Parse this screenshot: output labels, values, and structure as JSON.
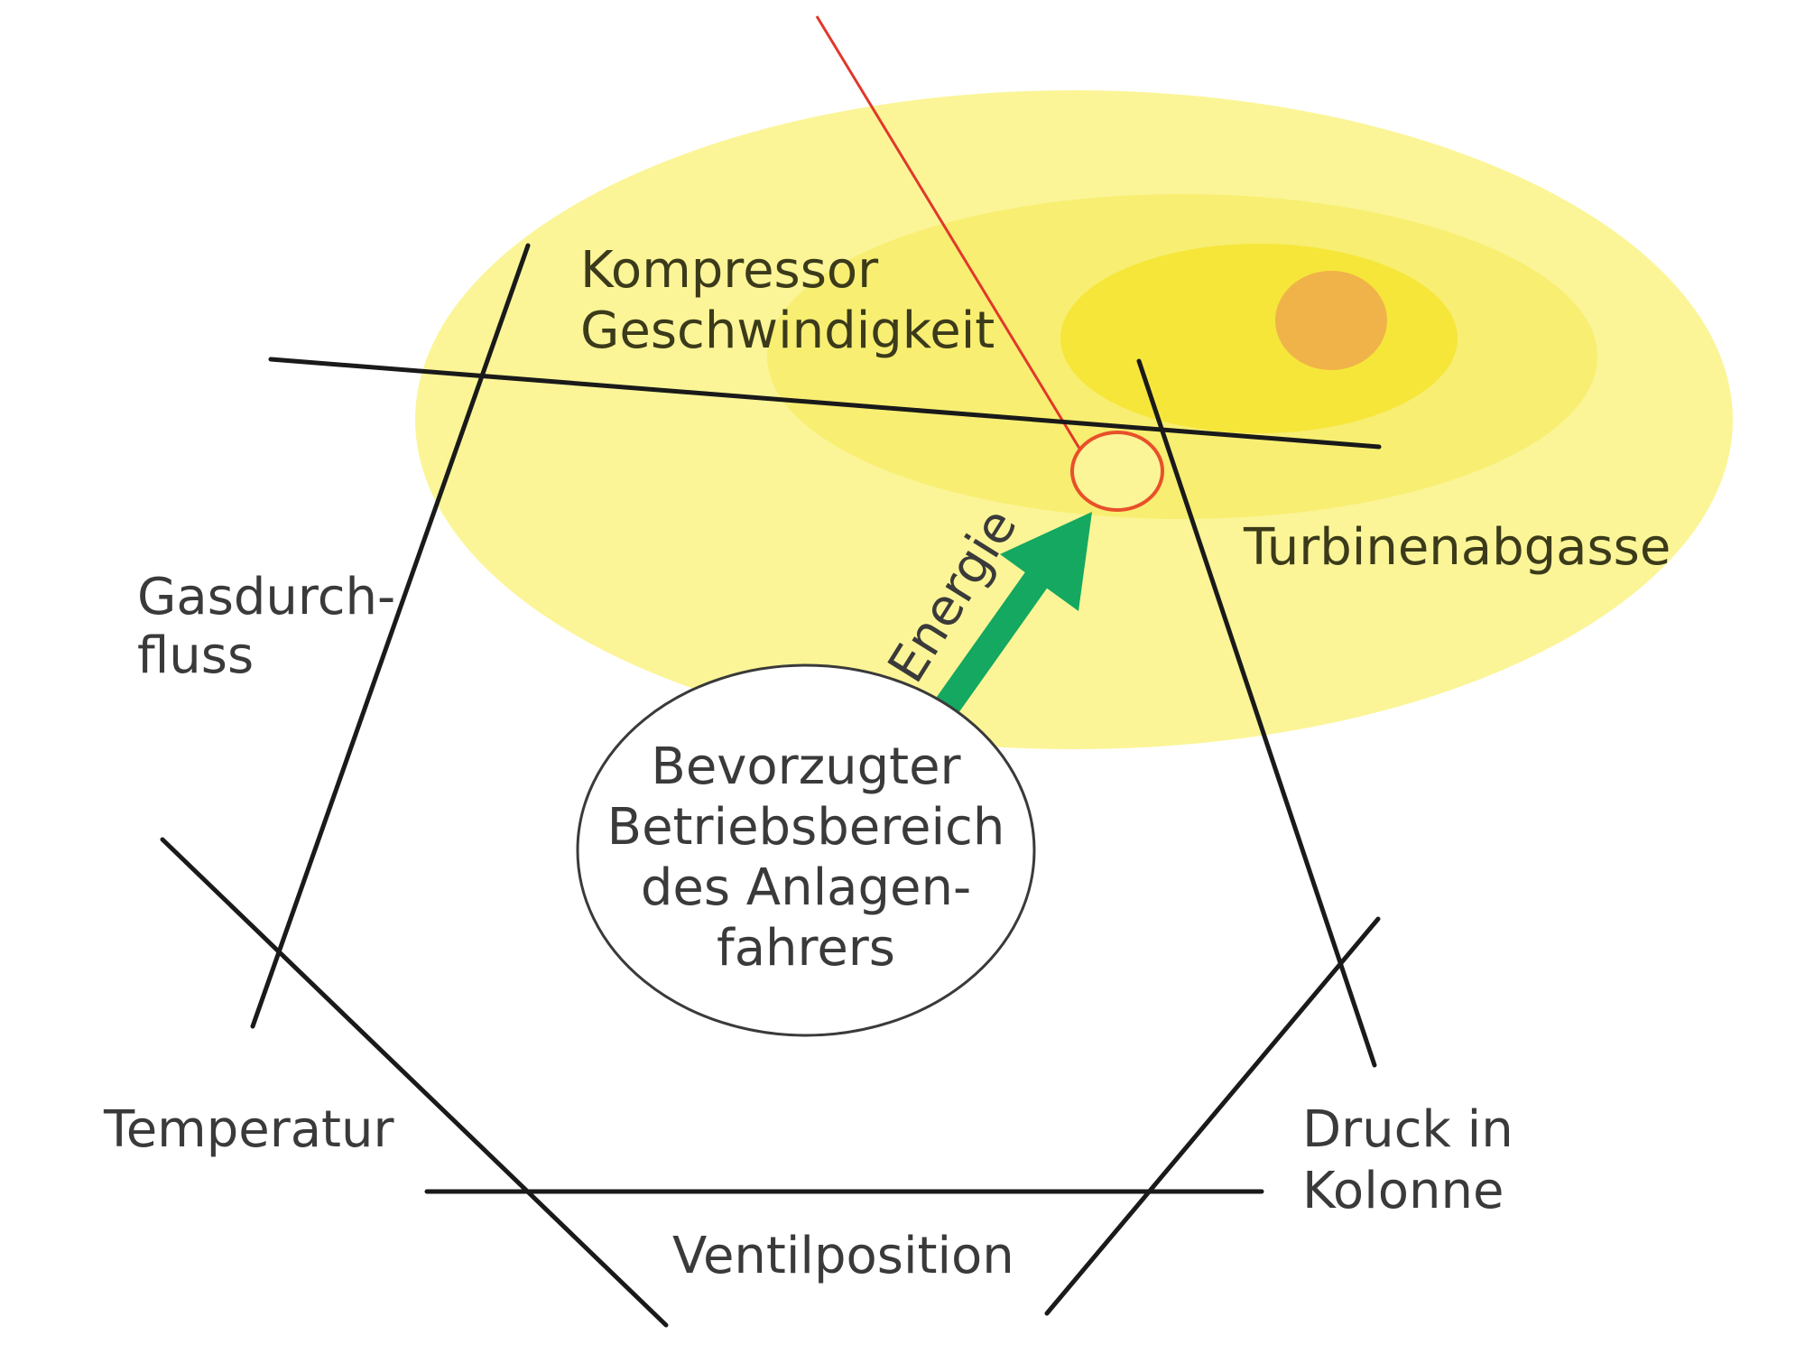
{
  "labels": {
    "compressor_line1": "Kompressor",
    "compressor_line2": "Geschwindigkeit",
    "turbine": "Turbinenabgasse",
    "gas_line1": "Gasdurch-",
    "gas_line2": "fluss",
    "temperature": "Temperatur",
    "pressure_line1": "Druck in",
    "pressure_line2": "Kolonne",
    "valve": "Ventilposition",
    "energy": "Energie"
  },
  "preferred_region": {
    "line1": "Bevorzugter",
    "line2": "Betriebsbereich",
    "line3": "des Anlagen-",
    "line4": "fahrers"
  },
  "colors": {
    "zone_outer": "#fbf597",
    "zone_mid": "#f8ee72",
    "zone_inner": "#f6e63a",
    "hot_spot": "#f0b34a",
    "target_marker": "#e8502a",
    "red_line": "#e0382a",
    "energy_arrow": "#14a860",
    "axis_lines": "#1a1a1a"
  }
}
